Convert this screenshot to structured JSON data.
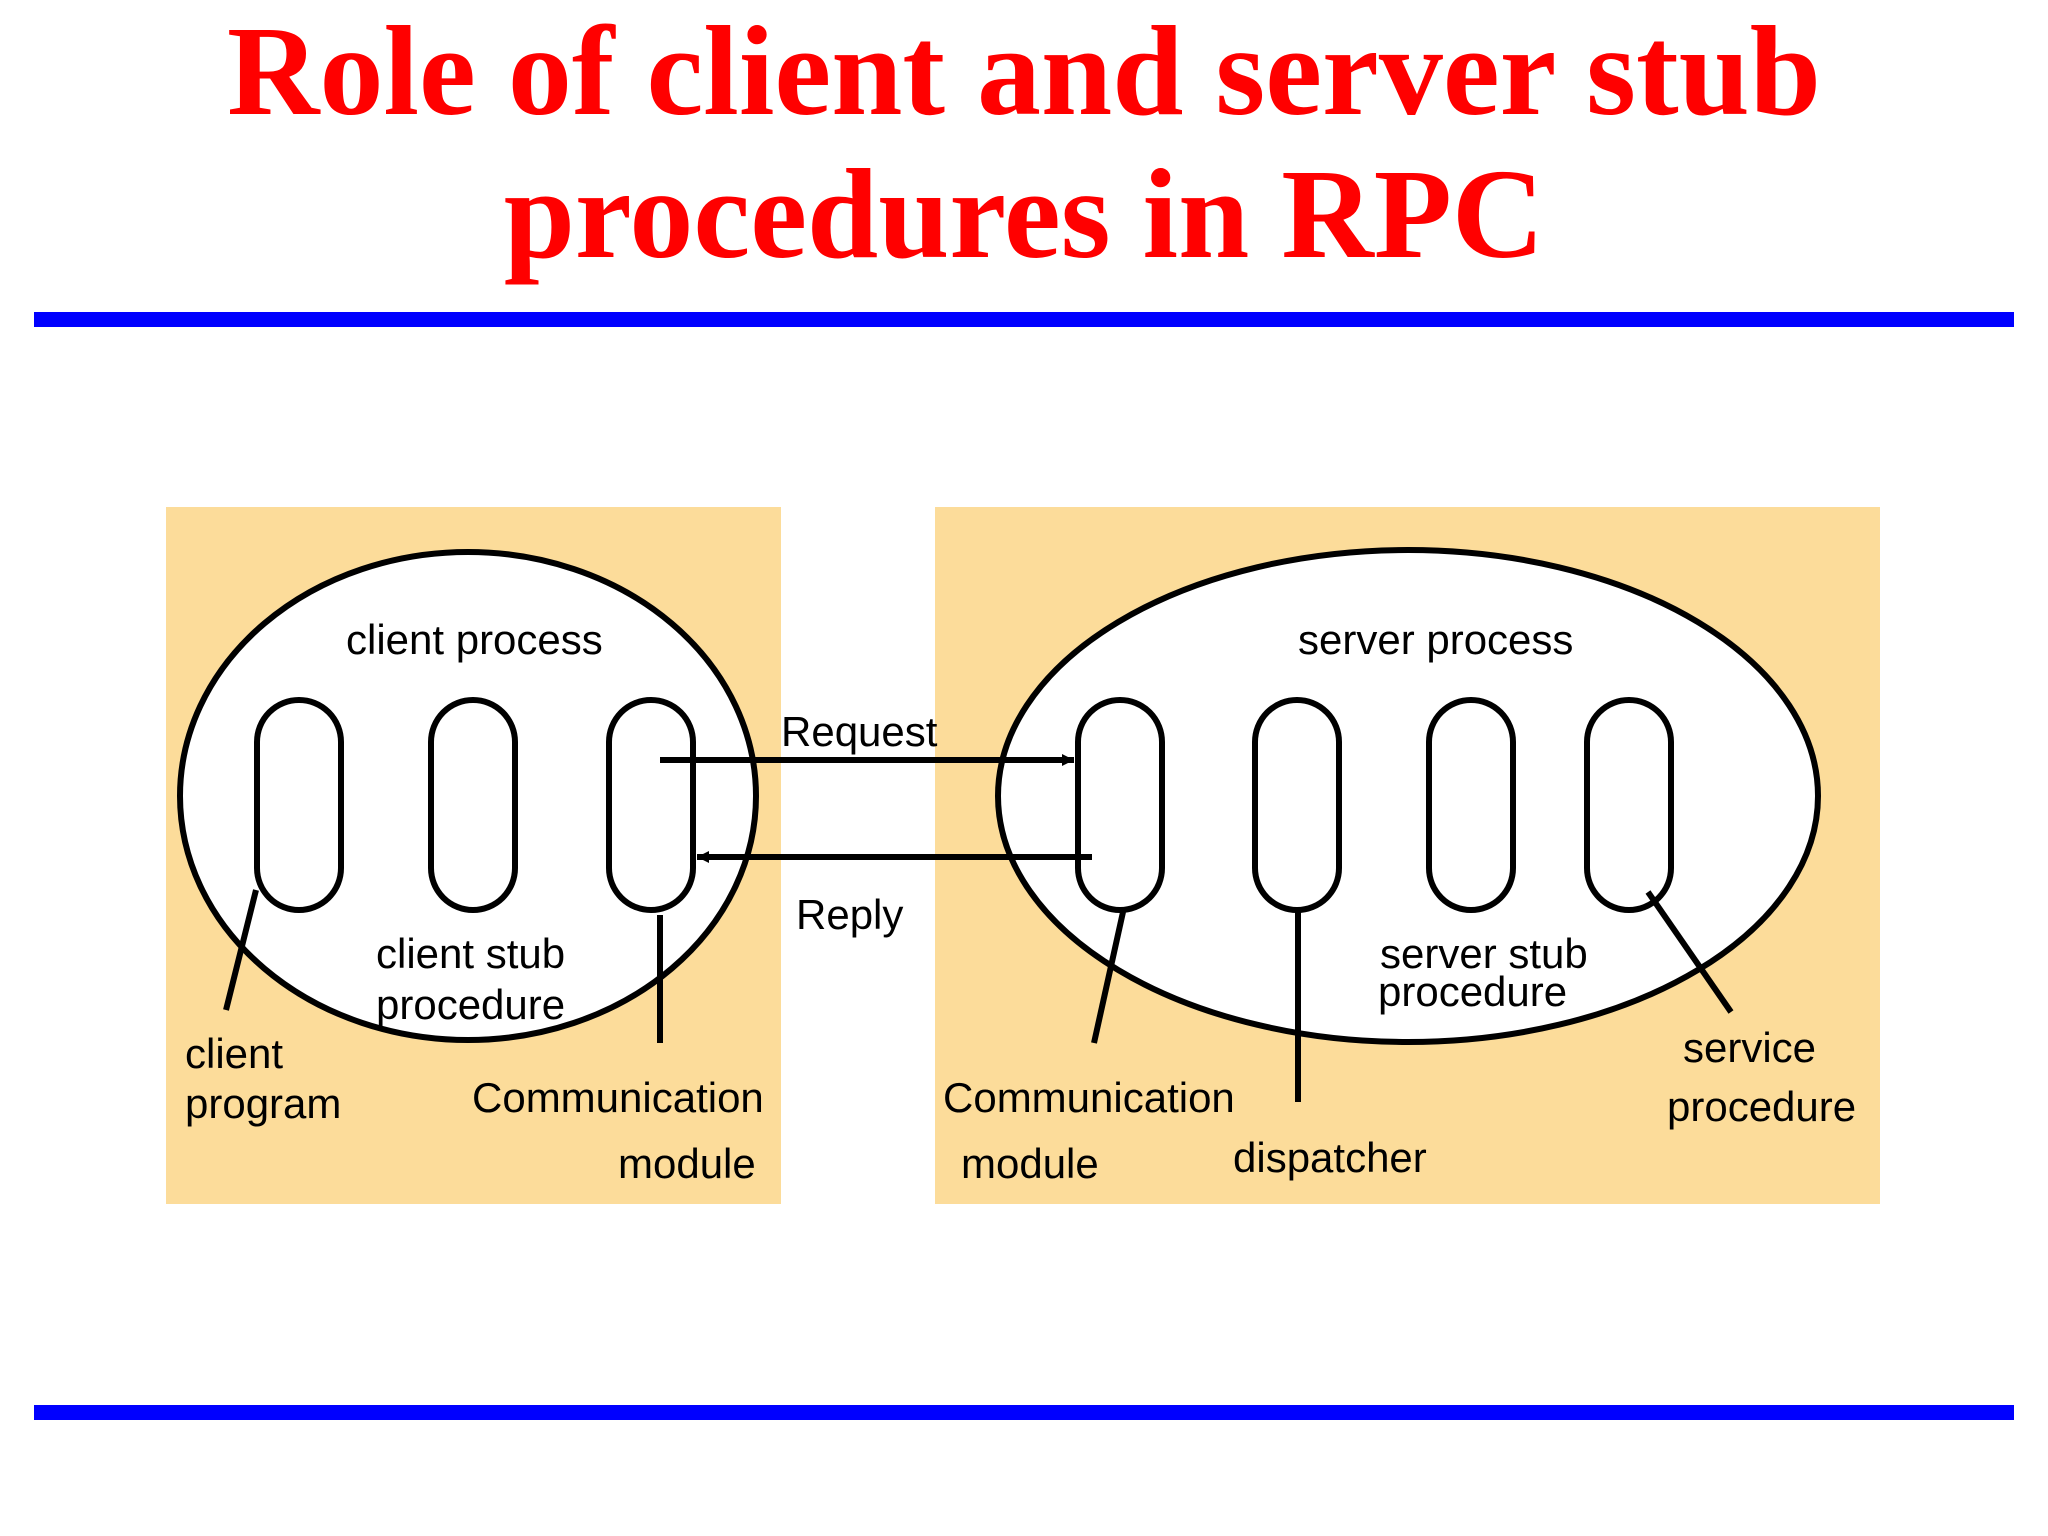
{
  "title": {
    "line1": "Role of client and server stub",
    "line2": "procedures in RPC"
  },
  "colors": {
    "title": "#ff0000",
    "rules": "#0000ff",
    "panel_fill": "#fcdc9a",
    "process_fill": "#ffffff",
    "stroke": "#000000"
  },
  "diagram": {
    "client": {
      "process_label": "client process",
      "stub_label_line1": "client stub",
      "stub_label_line2": "procedure",
      "program_label_line1": "client",
      "program_label_line2": "program",
      "comm_label_line1": "Communication",
      "comm_label_line2": "module"
    },
    "server": {
      "process_label": "server process",
      "stub_label_line1": "server stub",
      "stub_label_line2": "procedure",
      "comm_label_line1": "Communication",
      "comm_label_line2": "module",
      "dispatcher_label": "dispatcher",
      "service_label_line1": "service",
      "service_label_line2": "procedure"
    },
    "messages": {
      "request": "Request",
      "reply": "Reply"
    }
  }
}
